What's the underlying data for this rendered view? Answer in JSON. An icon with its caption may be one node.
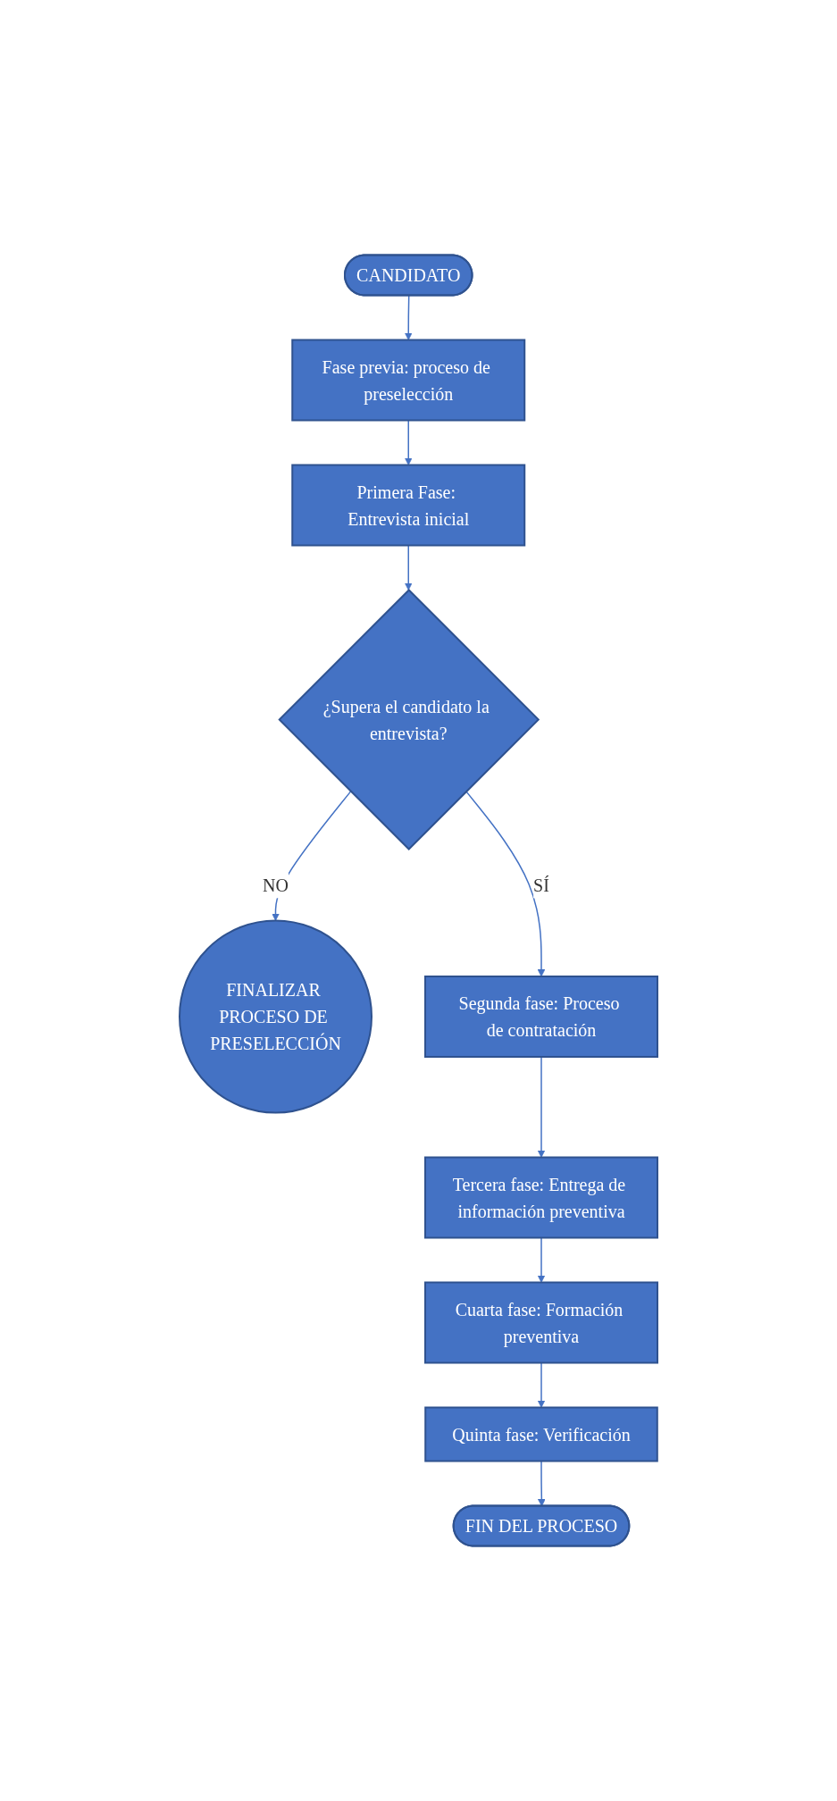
{
  "diagram": {
    "nodes": [
      {
        "text": [
          "CANDIDATO"
        ]
      },
      {
        "text": [
          "Fase previa: proceso de preselección"
        ]
      },
      {
        "text": [
          "Primera Fase: Entrevista inicial"
        ]
      },
      {
        "text": [
          "¿Supera el candidato la entrevista?"
        ]
      },
      {
        "text": [
          "FINALIZAR PROCESO DE PRESELECCIÓN"
        ]
      },
      {
        "text": [
          "Segunda fase: Proceso de contratación"
        ]
      },
      {
        "text": [
          "Tercera fase: Entrega de información preventiva"
        ]
      },
      {
        "text": [
          "Cuarta fase: Formación preventiva"
        ]
      },
      {
        "text": [
          "Quinta fase: Verificación"
        ]
      },
      {
        "text": [
          "FIN DEL PROCESO"
        ]
      }
    ],
    "edges": [
      {
        "from": 0,
        "to": 1,
        "arrow": "to"
      },
      {
        "from": 1,
        "to": 2,
        "arrow": "to"
      },
      {
        "from": 2,
        "to": 3,
        "arrow": "to"
      },
      {
        "from": 3,
        "to": 4,
        "arrow": "to",
        "label": "NO"
      },
      {
        "from": 3,
        "to": 5,
        "arrow": "to",
        "label": "SÍ"
      },
      {
        "from": 5,
        "to": 6,
        "arrow": "to"
      },
      {
        "from": 6,
        "to": 7,
        "arrow": "to"
      },
      {
        "from": 7,
        "to": 8,
        "arrow": "to"
      },
      {
        "from": 8,
        "to": 9,
        "arrow": "to"
      }
    ]
  }
}
